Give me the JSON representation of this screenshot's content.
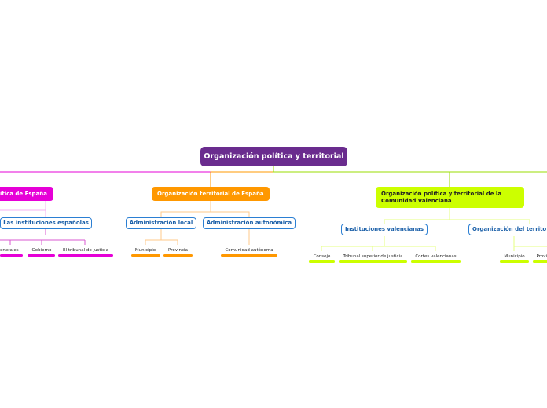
{
  "root": {
    "label": "Organización política y territorial"
  },
  "branches": {
    "spain_politics": {
      "label": "Organización política de España",
      "visible_label": "ítica de España",
      "color": "#e600d7"
    },
    "spain_territory": {
      "label": "Organización territorial de España",
      "color": "#ff9800"
    },
    "valencia": {
      "label": "Organización política y territorial de la Comunidad Valenciana",
      "color": "#ccff00"
    }
  },
  "sub": {
    "instituciones_es": "Las instituciones españolas",
    "admin_local": "Administración local",
    "admin_autonomica": "Administración autonómica",
    "instituciones_val": "Instituciones valencianas",
    "org_territorio": "Organización del territo"
  },
  "leaves": {
    "generales": "enerales",
    "gobierno": "Gobierno",
    "tribunal": "El tribunal de justicia",
    "municipio": "Municipio",
    "provincia": "Provincia",
    "comunidad": "Comunidad autónoma",
    "consejo": "Consejo",
    "tribunal_superior": "Tribunal superior de justicia",
    "cortes": "Cortes valencianas",
    "municipio_val": "Municipio",
    "provincia_val": "Provi"
  }
}
